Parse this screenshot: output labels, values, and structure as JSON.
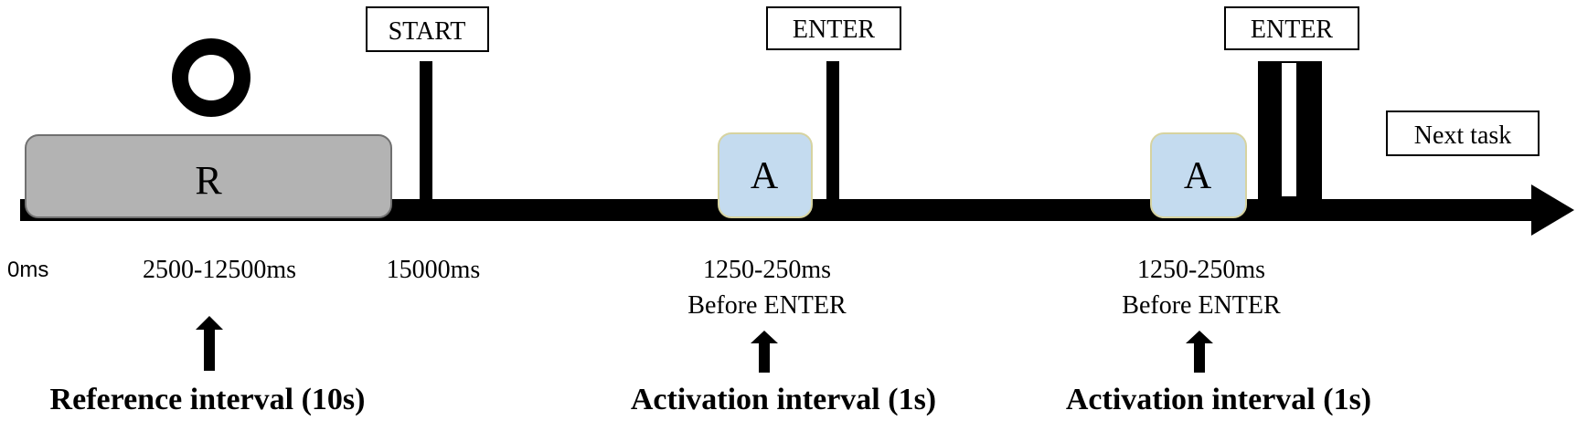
{
  "boxes": {
    "start": "START",
    "enter_1": "ENTER",
    "enter_2": "ENTER",
    "next_task": "Next task"
  },
  "blocks": {
    "reference": "R",
    "activation_1": "A",
    "activation_2": "A"
  },
  "timeline": {
    "t0": "0ms",
    "t_reference": "2500-12500ms",
    "t_start": "15000ms",
    "t_activation_1_line1": "1250-250ms",
    "t_activation_1_line2": "Before ENTER",
    "t_activation_2_line1": "1250-250ms",
    "t_activation_2_line2": "Before ENTER"
  },
  "intervals": {
    "reference": "Reference interval (10s)",
    "activation_1": "Activation interval (1s)",
    "activation_2": "Activation interval (1s)"
  },
  "colors": {
    "reference_block": "#b3b3b3",
    "activation_block": "#c4dbef",
    "line": "#000000"
  }
}
